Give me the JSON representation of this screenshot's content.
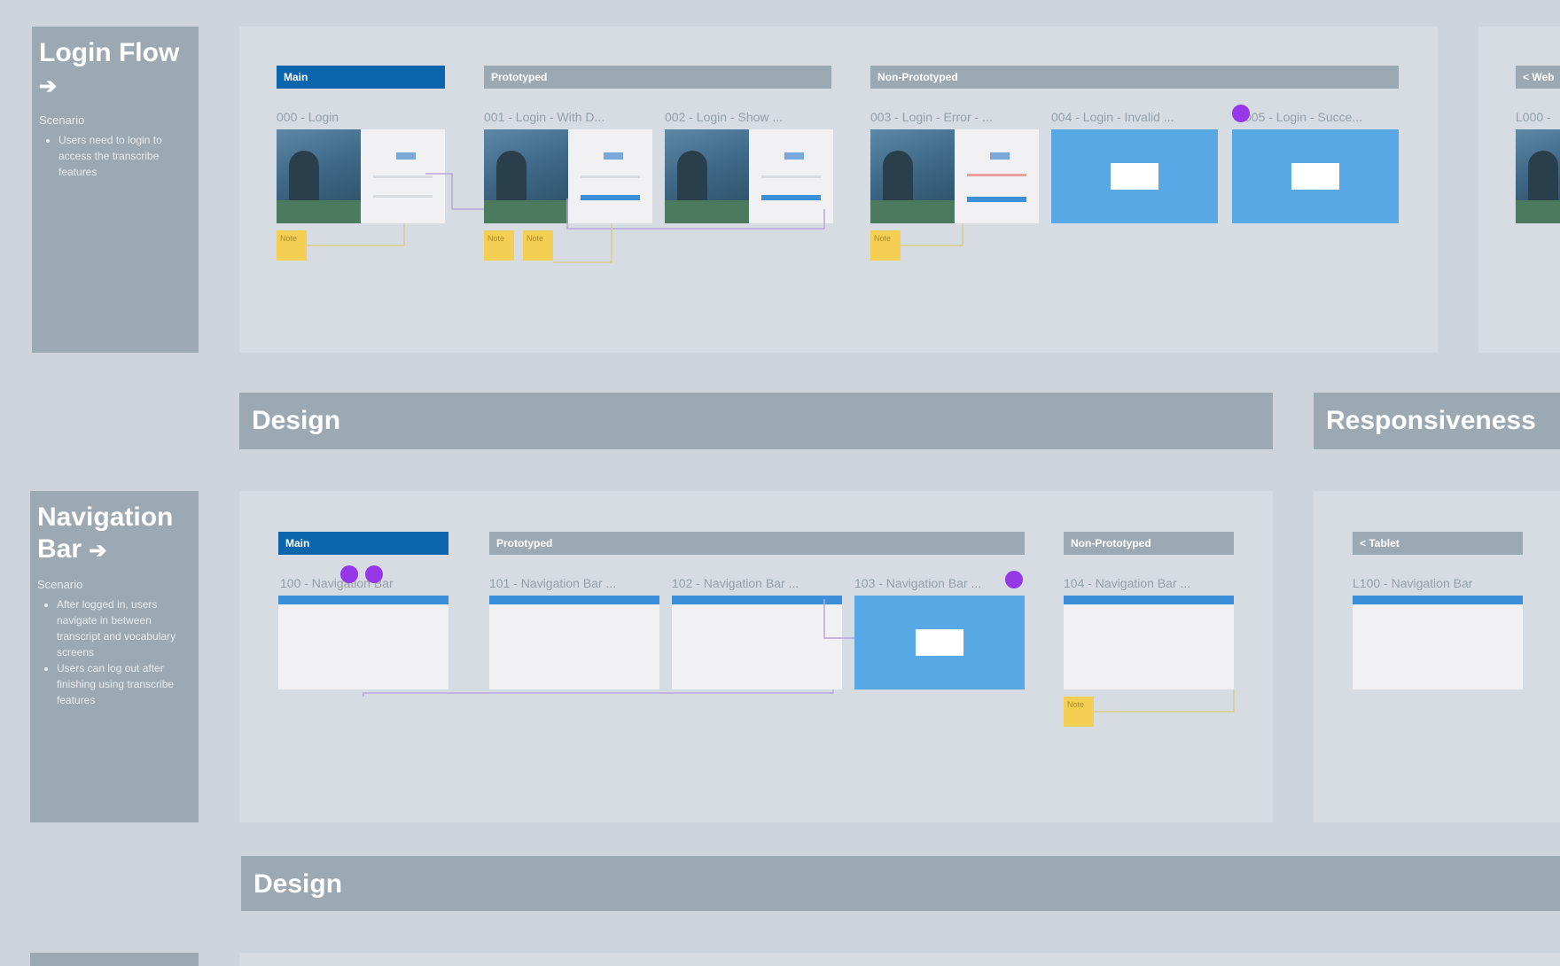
{
  "login_flow": {
    "title": "Login Flow",
    "arrow": "➔",
    "scenario_label": "Scenario",
    "bullets": [
      "Users need to login to access the transcribe features"
    ],
    "labels": {
      "main": "Main",
      "prototyped": "Prototyped",
      "non_prototyped": "Non-Prototyped",
      "next": "< Web"
    },
    "frames": [
      "000 - Login",
      "001 - Login - With D...",
      "002 - Login - Show ...",
      "003 - Login - Error - ...",
      "004 - Login - Invalid ...",
      "005 - Login - Succe...",
      "L000 -"
    ],
    "stickies": [
      "Note",
      "Note",
      "Note",
      "Note"
    ]
  },
  "dividers": {
    "design_1": "Design",
    "responsiveness": "Responsiveness",
    "design_2": "Design"
  },
  "navigation_bar": {
    "title": "Navigation Bar",
    "arrow": "➔",
    "scenario_label": "Scenario",
    "bullets": [
      "After logged in, users navigate in between transcript and vocabulary screens",
      "Users can log out after finishing using transcribe features"
    ],
    "labels": {
      "main": "Main",
      "prototyped": "Prototyped",
      "non_prototyped": "Non-Prototyped",
      "tablet": "< Tablet"
    },
    "frames": [
      "100 - Navigation Bar",
      "101 - Navigation Bar ...",
      "102 - Navigation Bar ...",
      "103 - Navigation Bar ...",
      "104 - Navigation Bar ...",
      "L100 - Navigation Bar"
    ],
    "stickies": [
      "Note"
    ]
  },
  "colors": {
    "canvas": "#cdd4db",
    "panel": "#9da9b2",
    "section": "#d6dce1",
    "main_label": "#0b65ad",
    "sticky": "#f5cf54",
    "comment_dot": "#9637e8",
    "modal_frame": "#58a8e6"
  }
}
